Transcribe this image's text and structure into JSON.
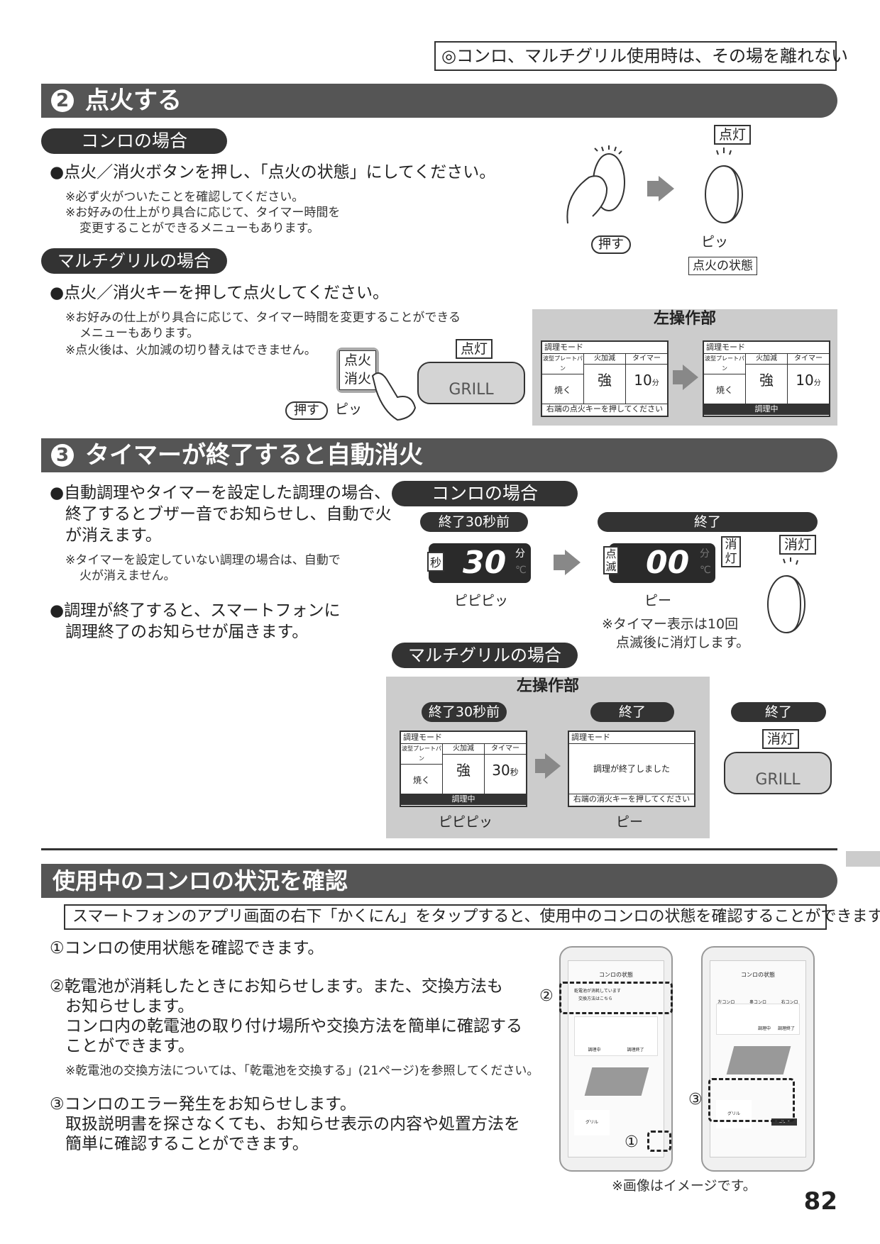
{
  "header_note": "◎コンロ、マルチグリル使用時は、その場を離れない",
  "section2": {
    "num": "2",
    "title": "点火する",
    "konro": {
      "pill": "コンロの場合",
      "bullet": "●点火／消火ボタンを押し、「点火の状態」にしてください。",
      "notes": [
        "※必ず火がついたことを確認してください。",
        "※お好みの仕上がり具合に応じて、タイマー時間を",
        "変更することができるメニューもあります。"
      ],
      "lit_label": "点灯",
      "press_label": "押す",
      "beep": "ピッ",
      "state_label": "点火の状態"
    },
    "grill": {
      "pill": "マルチグリルの場合",
      "bullet": "●点火／消火キーを押して点火してください。",
      "notes": [
        "※お好みの仕上がり具合に応じて、タイマー時間を変更することができる",
        "メニューもあります。",
        "※点火後は、火加減の切り替えはできません。"
      ],
      "key_line1": "点火",
      "key_line2": "消火",
      "press_label": "押す",
      "beep": "ピッ",
      "lit_label": "点灯",
      "grill_text": "GRILL",
      "panel_title": "左操作部",
      "lcd_mode": "調理モード",
      "lcd_col1": "波型プレートパン",
      "lcd_col2": "火加減",
      "lcd_col3": "タイマー",
      "lcd_val1": "焼く",
      "lcd_val2": "強",
      "lcd_val3": "10",
      "lcd_unit": "分",
      "lcd_foot1": "右端の点火キーを押してください",
      "lcd_foot2": "調理中"
    }
  },
  "section3": {
    "num": "3",
    "title": "タイマーが終了すると自動消火",
    "bullets": [
      "●自動調理やタイマーを設定した調理の場合、",
      "終了するとブザー音でお知らせし、自動で火",
      "が消えます。"
    ],
    "note": [
      "※タイマーを設定していない調理の場合は、自動で",
      "火が消えません。"
    ],
    "bullet2": [
      "●調理が終了すると、スマートフォンに",
      "調理終了のお知らせが届きます。"
    ],
    "konro": {
      "pill": "コンロの場合",
      "before": "終了30秒前",
      "end": "終了",
      "sec_label": "秒",
      "digits_before": "30",
      "digits_end": "00",
      "unit_min": "分",
      "unit_c": "℃",
      "blink_label": "点滅",
      "off_label": "消灯",
      "off_label2": "消灯",
      "beep_before": "ピピピッ",
      "beep_end": "ピー",
      "note": [
        "※タイマー表示は10回",
        "点滅後に消灯します。"
      ]
    },
    "grill": {
      "pill": "マルチグリルの場合",
      "panel_title": "左操作部",
      "before": "終了30秒前",
      "end": "終了",
      "end2": "終了",
      "lcd_mode": "調理モード",
      "lcd_col1": "波型プレートパン",
      "lcd_col2": "火加減",
      "lcd_col3": "タイマー",
      "lcd_val1": "焼く",
      "lcd_val2": "強",
      "lcd_val3": "30",
      "lcd_unit": "秒",
      "lcd_foot1": "調理中",
      "lcd_end_msg": "調理が終了しました",
      "lcd_foot2": "右端の消火キーを押してください",
      "beep_before": "ピピピッ",
      "beep_end": "ピー",
      "off_label": "消灯",
      "grill_text": "GRILL"
    }
  },
  "status": {
    "title": "使用中のコンロの状況を確認",
    "box": "スマートフォンのアプリ画面の右下「かくにん」をタップすると、使用中のコンロの状態を確認することができます。",
    "items": [
      "①コンロの使用状態を確認できます。",
      "②乾電池が消耗したときにお知らせします。また、交換方法も",
      "お知らせします。",
      "コンロ内の乾電池の取り付け場所や交換方法を簡単に確認する",
      "ことができます。"
    ],
    "note": "※乾電池の交換方法については、「乾電池を交換する」(21ページ)を参照してください。",
    "items3": [
      "③コンロのエラー発生をお知らせします。",
      "取扱説明書を探さなくても、お知らせ表示の内容や処置方法を",
      "簡単に確認することができます。"
    ],
    "phone_title": "コンロの状態",
    "phone_alert": "乾電池が消耗しています",
    "phone_alert2": "交換方法はこちら",
    "burners": [
      "左コンロ",
      "奥コンロ",
      "右コンロ"
    ],
    "cook1": "調理中",
    "cook2": "調理終了",
    "grill_lbl": "グリル",
    "error_lbl": "エラー",
    "c1": "①",
    "c2": "②",
    "c3": "③",
    "image_note": "※画像はイメージです。"
  },
  "page_number": "82"
}
